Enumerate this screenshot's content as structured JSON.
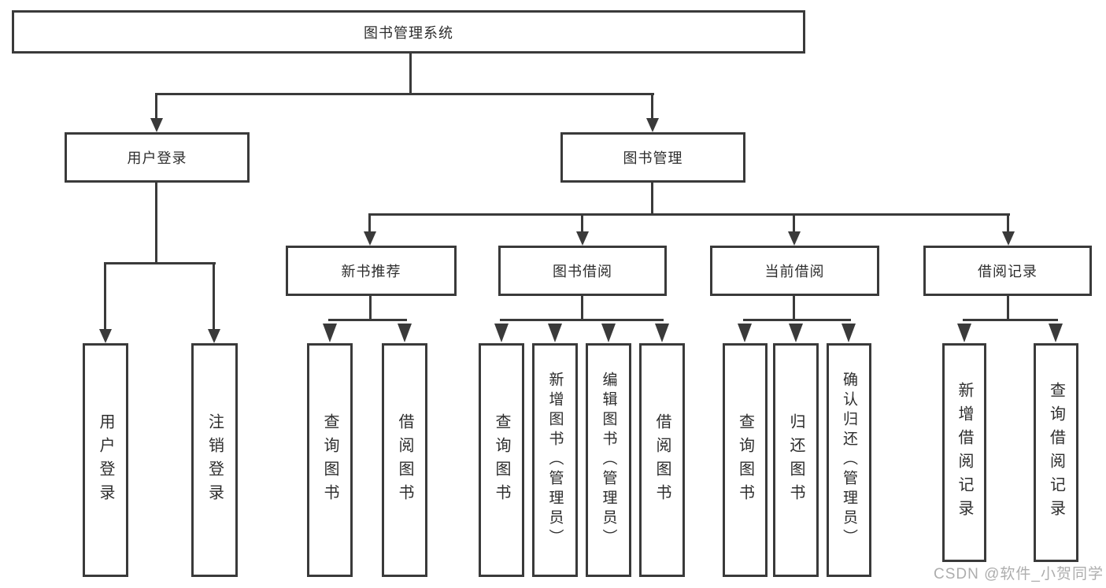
{
  "diagram": {
    "root": {
      "label": "图书管理系统"
    },
    "level2": [
      {
        "label": "用户登录"
      },
      {
        "label": "图书管理"
      }
    ],
    "level3": [
      {
        "label": "新书推荐"
      },
      {
        "label": "图书借阅"
      },
      {
        "label": "当前借阅"
      },
      {
        "label": "借阅记录"
      }
    ],
    "leaves": {
      "user_login": [
        {
          "label": "用户登录"
        },
        {
          "label": "注销登录"
        }
      ],
      "new_books": [
        {
          "label": "查询图书"
        },
        {
          "label": "借阅图书"
        }
      ],
      "book_borrow": [
        {
          "label": "查询图书"
        },
        {
          "label": "新增图书（管理员）"
        },
        {
          "label": "编辑图书（管理员）"
        },
        {
          "label": "借阅图书"
        }
      ],
      "current_borrow": [
        {
          "label": "查询图书"
        },
        {
          "label": "归还图书"
        },
        {
          "label": "确认归还（管理员）"
        }
      ],
      "borrow_records": [
        {
          "label": "新增借阅记录"
        },
        {
          "label": "查询借阅记录"
        }
      ]
    }
  },
  "watermark": "CSDN @软件_小贺同学"
}
